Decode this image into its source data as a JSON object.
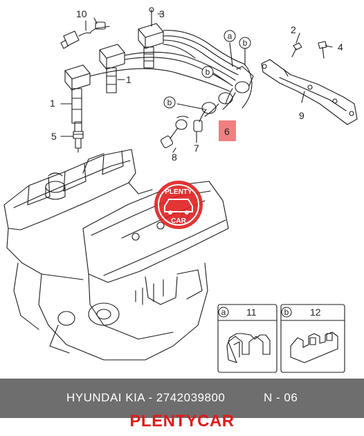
{
  "callouts": {
    "c1a": "1",
    "c1b": "1",
    "c2": "2",
    "c3": "3",
    "c4": "4",
    "c5": "5",
    "c6": "6",
    "c7": "7",
    "c8": "8",
    "c9": "9",
    "c10": "10",
    "a1": "a",
    "b1": "b",
    "b2": "b",
    "b3": "b"
  },
  "inset": {
    "left_letter": "a",
    "left_number": "11",
    "right_letter": "b",
    "right_number": "12"
  },
  "watermark": {
    "top": "PLENTY",
    "bottom": "CAR"
  },
  "footer": {
    "brand": "HYUNDAI  KIA",
    "part_number": "- 2742039800",
    "ref": "N - 06"
  },
  "site_name": "PLENTYCAR",
  "colors": {
    "line": "#1a1a1a",
    "highlight_box": "#f08080",
    "watermark_red": "#e02020",
    "footer_bg": "#6e6e6e",
    "brand_red": "#e21b1b"
  }
}
